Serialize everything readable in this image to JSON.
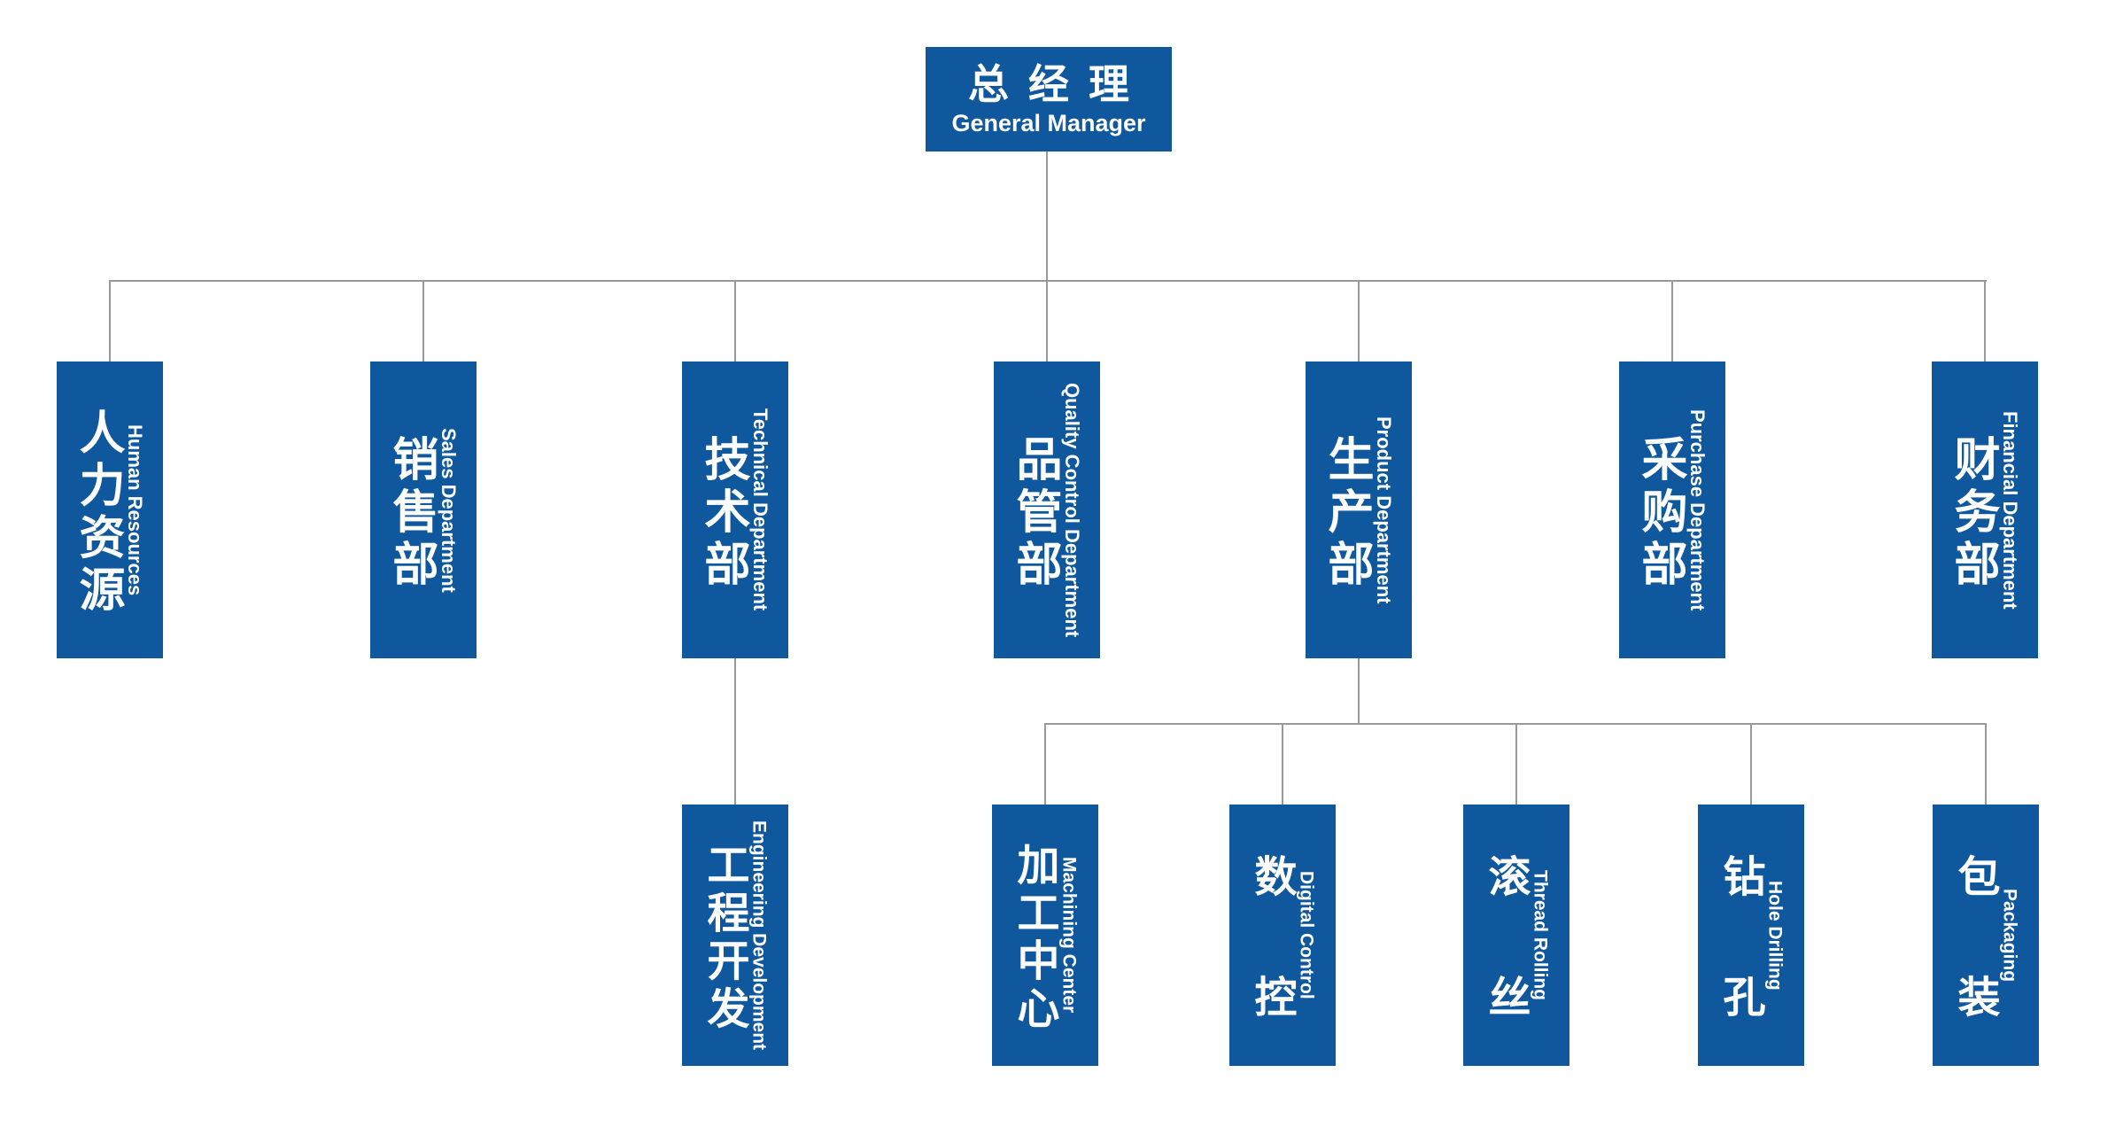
{
  "chart": {
    "type": "org-chart",
    "colors": {
      "box": "#10589E",
      "text": "#FFFFFF",
      "line": "#999999"
    },
    "root": {
      "zh": "总经理",
      "en": "General Manager"
    },
    "departments": [
      {
        "id": "human-resources",
        "zh": "人力资源",
        "en": "Human Resources"
      },
      {
        "id": "sales",
        "zh": "销售部",
        "en": "Sales Department"
      },
      {
        "id": "technical",
        "zh": "技术部",
        "en": "Technical Department",
        "children": [
          {
            "id": "engineering-development",
            "zh": "工程开发",
            "en": "Engineering Development"
          }
        ]
      },
      {
        "id": "quality-control",
        "zh": "品管部",
        "en": "Quality Control Department"
      },
      {
        "id": "product",
        "zh": "生产部",
        "en": "Product Department",
        "children": [
          {
            "id": "machining-center",
            "zh": "加工中心",
            "en": "Machining Center"
          },
          {
            "id": "digital-control",
            "zh": "数控",
            "en": "Digital Control"
          },
          {
            "id": "thread-rolling",
            "zh": "滚丝",
            "en": "Thread Rolling"
          },
          {
            "id": "hole-drilling",
            "zh": "钻孔",
            "en": "Hole Drilling"
          },
          {
            "id": "packaging",
            "zh": "包装",
            "en": "Packaging"
          }
        ]
      },
      {
        "id": "purchase",
        "zh": "采购部",
        "en": "Purchase Department"
      },
      {
        "id": "financial",
        "zh": "财务部",
        "en": "Financial Department"
      }
    ]
  }
}
